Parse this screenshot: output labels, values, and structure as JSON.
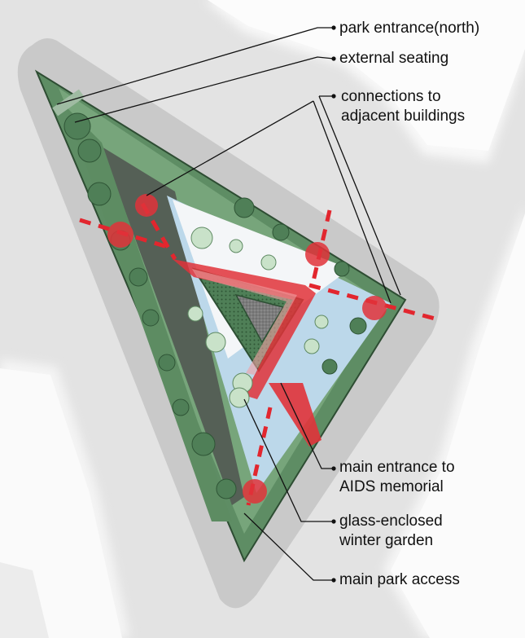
{
  "annotations": [
    {
      "id": "park-entrance-north",
      "lines": [
        "park entrance(north)"
      ]
    },
    {
      "id": "external-seating",
      "lines": [
        "external seating"
      ]
    },
    {
      "id": "connections-to-adjacent-buildings",
      "lines": [
        "connections to",
        "adjacent buildings"
      ]
    },
    {
      "id": "main-entrance-to-aids-memorial",
      "lines": [
        "main entrance to",
        "AIDS memorial"
      ]
    },
    {
      "id": "glass-enclosed-winter-garden",
      "lines": [
        "glass-enclosed",
        "winter garden"
      ]
    },
    {
      "id": "main-park-access",
      "lines": [
        "main park access"
      ]
    }
  ],
  "colors": {
    "background": "#e6e6e6",
    "buildings": "#fafafa",
    "sidewalk": "#c8c8c8",
    "park_green": "#6f9a72",
    "park_green_dark": "#3f6d48",
    "trees": "#4f7f57",
    "winter_garden_glass": "#bcd8ea",
    "plaza_white": "#f4f6f8",
    "memorial_red": "#e0333a",
    "connection_dash": "#e2262e",
    "callout_line": "#111111"
  }
}
